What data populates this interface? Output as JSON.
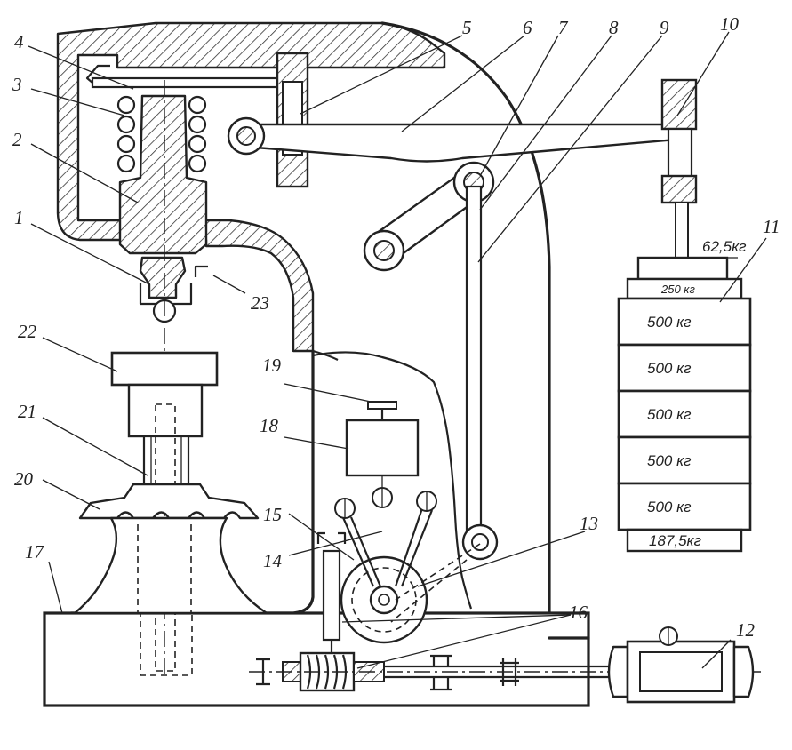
{
  "labels": {
    "n1": "1",
    "n2": "2",
    "n3": "3",
    "n4": "4",
    "n5": "5",
    "n6": "6",
    "n7": "7",
    "n8": "8",
    "n9": "9",
    "n10": "10",
    "n11": "11",
    "n12": "12",
    "n13": "13",
    "n14": "14",
    "n15": "15",
    "n16": "16",
    "n17": "17",
    "n18": "18",
    "n19": "19",
    "n20": "20",
    "n21": "21",
    "n22": "22",
    "n23": "23"
  },
  "weights": {
    "w1": "62,5кг",
    "w2": "250 кг",
    "w3": "500 кг",
    "w4": "500 кг",
    "w5": "500 кг",
    "w6": "500 кг",
    "w7": "500 кг",
    "w8": "187,5кг"
  }
}
